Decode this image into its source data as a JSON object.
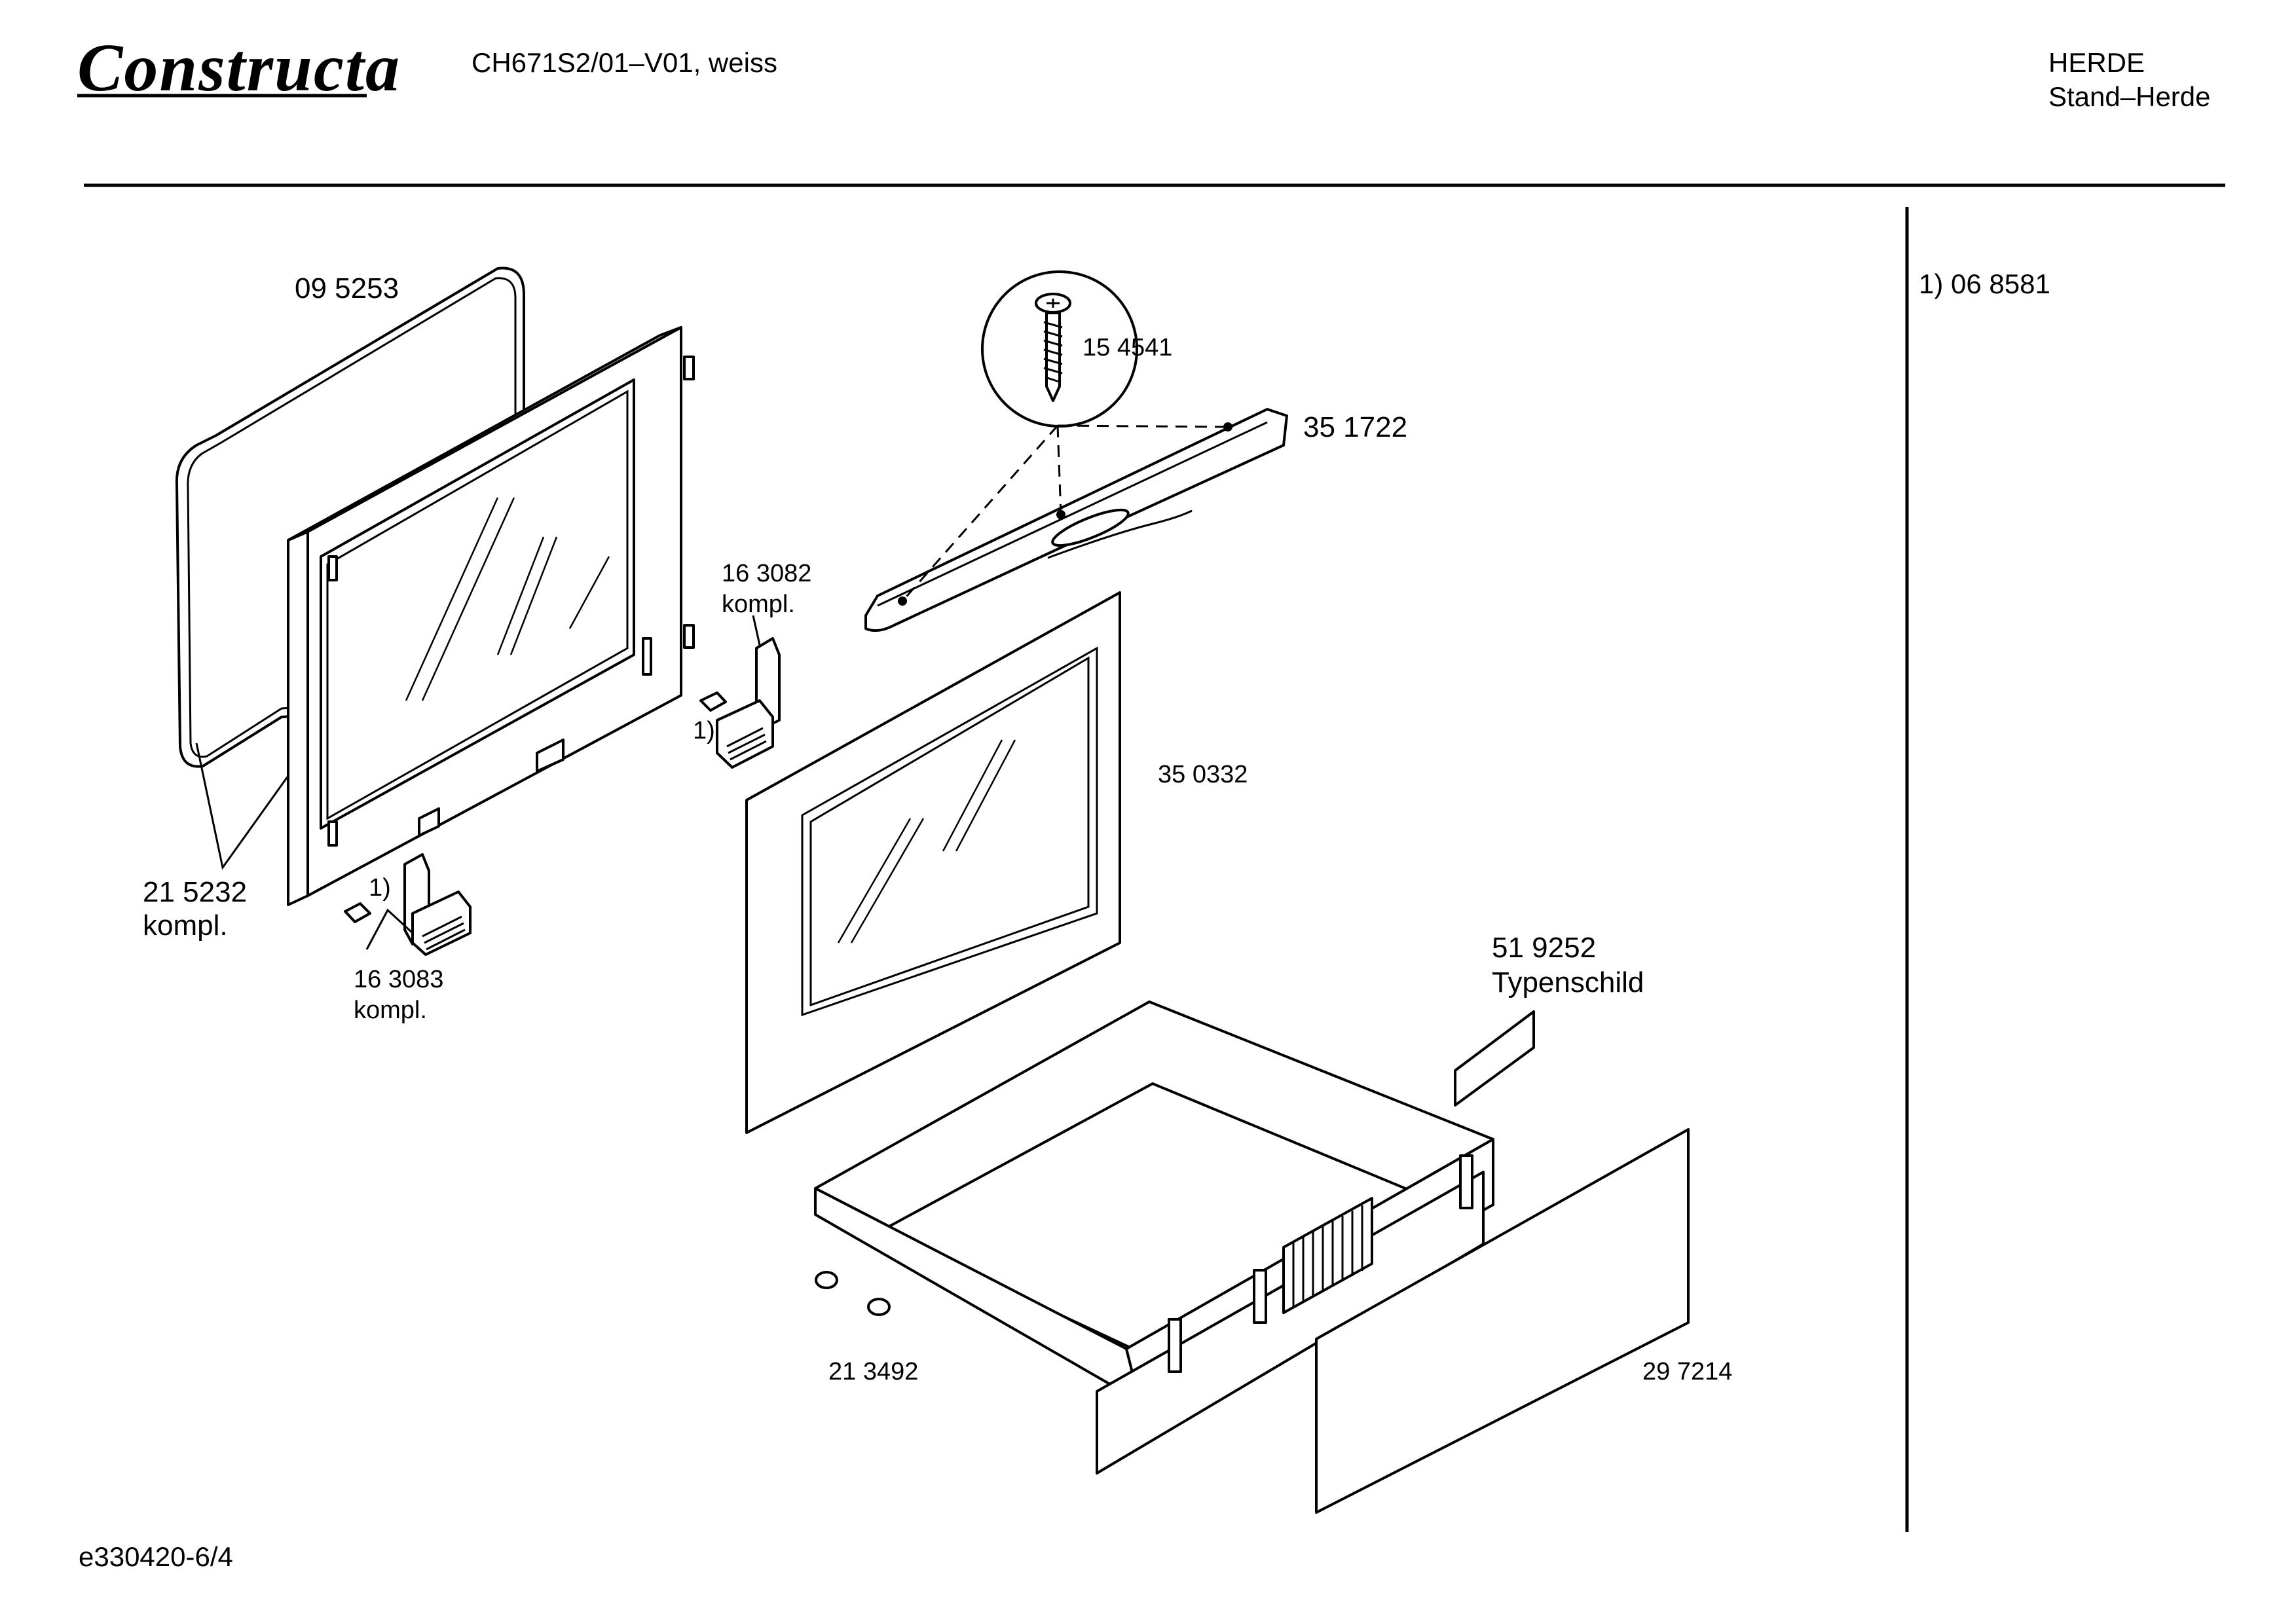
{
  "header": {
    "brand": "Constructa",
    "model": "CH671S2/01–V01, weiss",
    "category": "HERDE",
    "subcategory": "Stand–Herde"
  },
  "footer": {
    "drawing_id": "e330420-6/4"
  },
  "legend": {
    "note": "1) 06 8581"
  },
  "callouts": {
    "gasket": "09 5253",
    "screw": "15 4541",
    "hinge_cover": "35 1722",
    "hinge_upper_num": "16 3082",
    "hinge_upper_kompl": "kompl.",
    "hinge_upper_ref": "1)",
    "door_inner_num": "21 5232",
    "door_inner_kompl": "kompl.",
    "hinge_lower_num": "16 3083",
    "hinge_lower_kompl": "kompl.",
    "hinge_lower_ref": "1)",
    "outer_door": "35 0332",
    "rating_plate_num": "51 9252",
    "rating_plate_name": "Typenschild",
    "drawer": "21 3492",
    "drawer_front": "29 7214"
  }
}
